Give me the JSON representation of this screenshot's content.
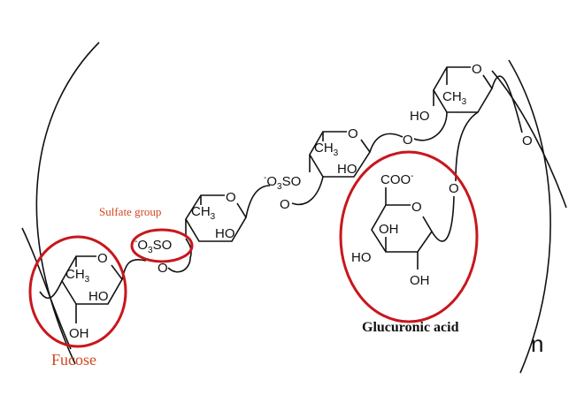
{
  "labels": {
    "sulfate_group": "Sulfate group",
    "fucose": "Fucose",
    "glucuronic_acid": "Glucuronic acid",
    "repeat_n": "n"
  },
  "atoms": {
    "O": "O",
    "CH": "CH",
    "three": "3",
    "HO": "HO",
    "OH": "OH",
    "minus": "-",
    "O3SO_a": "O",
    "SO": "SO",
    "COO": "COO"
  },
  "colors": {
    "highlight": "#c8161d",
    "label_red": "#d2471f"
  }
}
